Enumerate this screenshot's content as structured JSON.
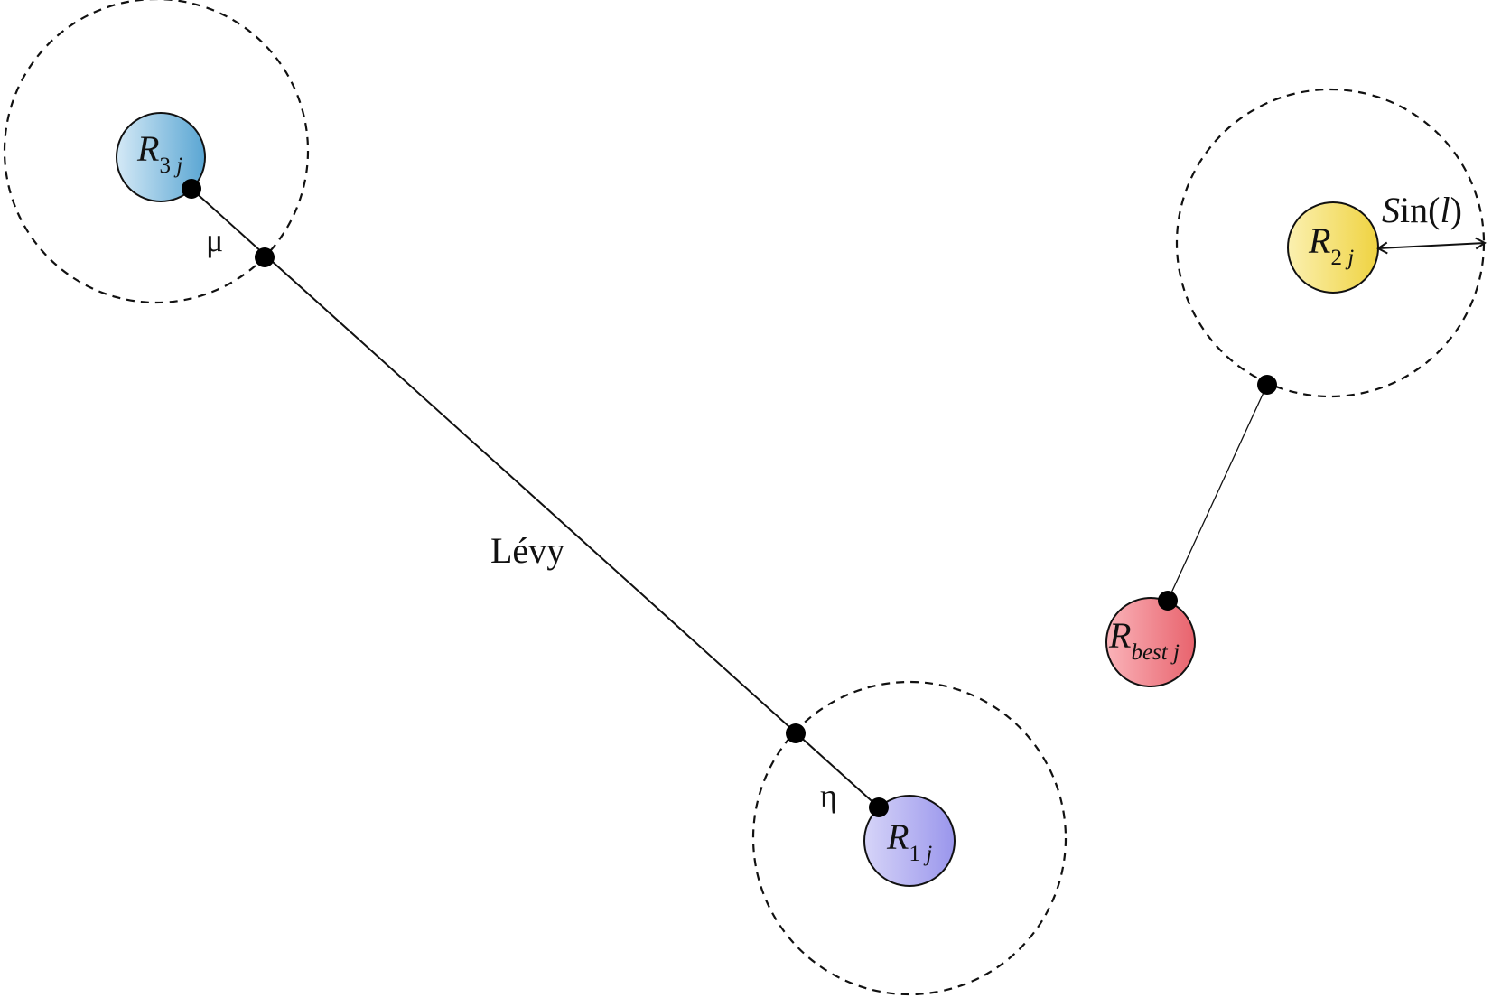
{
  "nodes": {
    "r3": {
      "letter": "R",
      "sub_num": "3",
      "sub_var": " j"
    },
    "r2": {
      "letter": "R",
      "sub_num": "2",
      "sub_var": " j"
    },
    "r1": {
      "letter": "R",
      "sub_num": "1",
      "sub_var": " j"
    },
    "rbest": {
      "letter": "R",
      "sub_num": "",
      "sub_var": "best j"
    }
  },
  "labels": {
    "mu": "μ",
    "eta": "η",
    "levy": "Lévy",
    "sin_func": "S",
    "sin_rest": "in(",
    "sin_var": "l",
    "sin_close": ")"
  },
  "colors": {
    "r3": "#6fb3d9",
    "r2": "#f2dc60",
    "r1": "#a9a6ee",
    "rbest": "#f07f88"
  }
}
